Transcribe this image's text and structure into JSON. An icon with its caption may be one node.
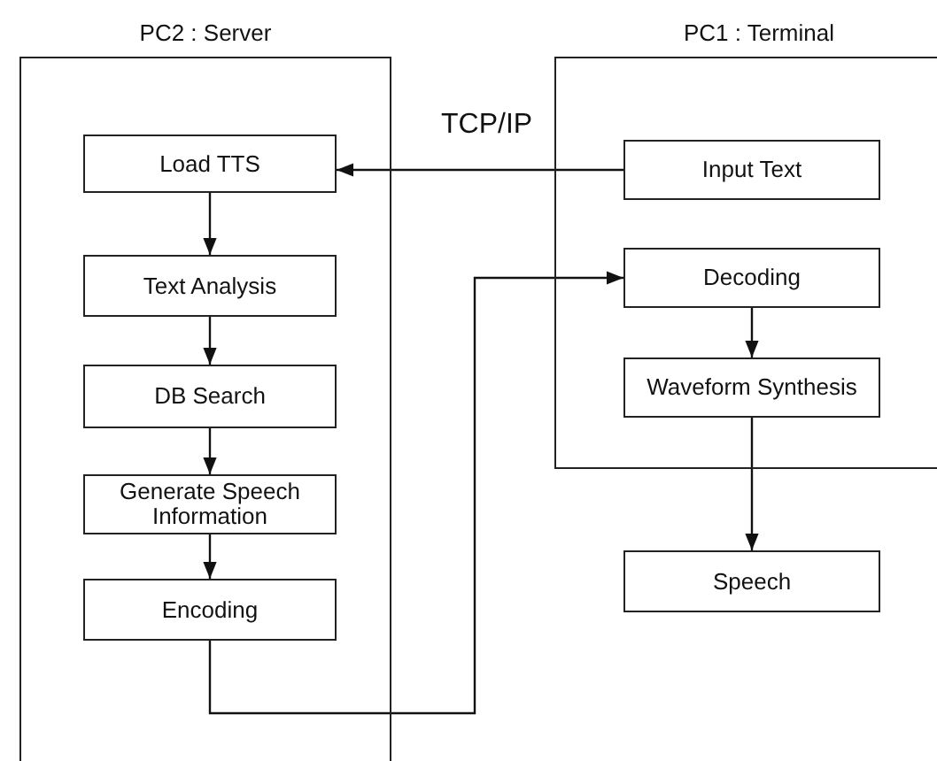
{
  "diagram": {
    "nodes": [
      {
        "text": [
          "PC2 : Server"
        ]
      },
      {
        "text": [
          "Load TTS"
        ],
        "in": 0
      },
      {
        "text": [
          "Text Analysis"
        ],
        "in": 0
      },
      {
        "text": [
          "DB Search"
        ],
        "in": 0
      },
      {
        "text": [
          "Generate Speech Information"
        ],
        "in": 0
      },
      {
        "text": [
          "Encoding"
        ],
        "in": 0
      },
      {
        "text": [
          "PC1 : Terminal"
        ]
      },
      {
        "text": [
          "Input Text"
        ],
        "in": 6
      },
      {
        "text": [
          "Decoding"
        ],
        "in": 6
      },
      {
        "text": [
          "Waveform Synthesis"
        ],
        "in": 6
      },
      {
        "text": [
          "Speech"
        ]
      }
    ],
    "edges": [
      {
        "from": 7,
        "to": 1,
        "arrow": "to",
        "label": "TCP/IP"
      },
      {
        "from": 1,
        "to": 2,
        "arrow": "to"
      },
      {
        "from": 2,
        "to": 3,
        "arrow": "to"
      },
      {
        "from": 3,
        "to": 4,
        "arrow": "to"
      },
      {
        "from": 4,
        "to": 5,
        "arrow": "to"
      },
      {
        "from": 5,
        "to": 8,
        "arrow": "to"
      },
      {
        "from": 8,
        "to": 9,
        "arrow": "to"
      },
      {
        "from": 9,
        "to": 10,
        "arrow": "to"
      }
    ]
  }
}
